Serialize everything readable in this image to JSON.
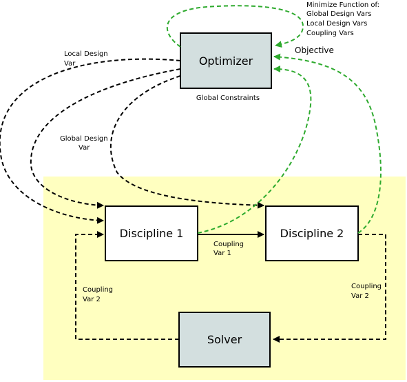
{
  "colors": {
    "panel": "#ffffc0",
    "optimizer_fill": "#d3dfdf",
    "solver_fill": "#d3dfdf",
    "discipline_fill": "#ffffff",
    "black_arrow": "#000000",
    "green_arrow": "#2eaa2e",
    "constraint_text": "#0000aa"
  },
  "nodes": {
    "optimizer": "Optimizer",
    "discipline1": "Discipline 1",
    "discipline2": "Discipline 2",
    "solver": "Solver"
  },
  "labels": {
    "minimize_line1": "Minimize Function of:",
    "minimize_line2": "Global Design Vars",
    "minimize_line3": "Local Design Vars",
    "minimize_line4": "Coupling Vars",
    "objective": "Objective",
    "local_design_line1": "Local Design",
    "local_design_line2": "Var",
    "global_constraints": "Global Constraints",
    "global_design_line1": "Global Design",
    "global_design_line2": "Var",
    "coupling1_line1": "Coupling",
    "coupling1_line2": "Var 1",
    "coupling2_left_line1": "Coupling",
    "coupling2_left_line2": "Var 2",
    "coupling2_right_line1": "Coupling",
    "coupling2_right_line2": "Var 2"
  }
}
